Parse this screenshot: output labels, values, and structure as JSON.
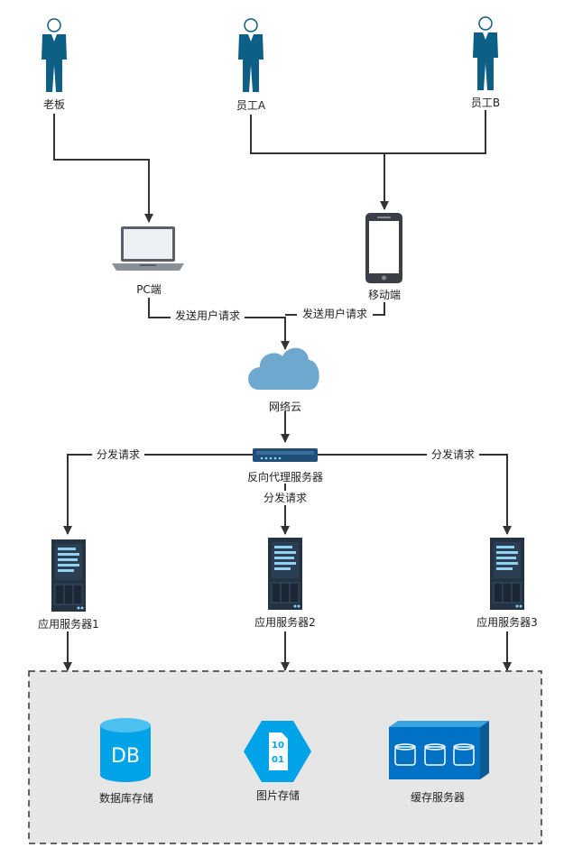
{
  "people": {
    "boss": {
      "label": "老板",
      "icon": "businessman-icon"
    },
    "employee_a": {
      "label": "员工A",
      "icon": "businessman-icon"
    },
    "employee_b": {
      "label": "员工B",
      "icon": "businessman-icon"
    }
  },
  "devices": {
    "pc": {
      "label": "PC端",
      "icon": "laptop-icon"
    },
    "mobile": {
      "label": "移动端",
      "icon": "smartphone-icon"
    }
  },
  "network": {
    "cloud": {
      "label": "网络云",
      "icon": "cloud-icon"
    },
    "proxy": {
      "label": "反向代理服务器",
      "icon": "router-icon"
    }
  },
  "app_servers": [
    {
      "label": "应用服务器1",
      "icon": "server-rack-icon"
    },
    {
      "label": "应用服务器2",
      "icon": "server-rack-icon"
    },
    {
      "label": "应用服务器3",
      "icon": "server-rack-icon"
    }
  ],
  "storage": {
    "database": {
      "label": "数据库存储",
      "icon": "database-icon",
      "glyph": "DB"
    },
    "image": {
      "label": "图片存储",
      "icon": "blob-storage-icon",
      "glyph_top": "10",
      "glyph_bottom": "01"
    },
    "cache": {
      "label": "缓存服务器",
      "icon": "cache-icon"
    }
  },
  "edge_labels": {
    "pc_request": "发送用户请求",
    "mobile_request": "发送用户请求",
    "dispatch_left": "分发请求",
    "dispatch_center": "分发请求",
    "dispatch_right": "分发请求"
  },
  "colors": {
    "person": "#0e5f86",
    "cloud": "#6ea8cf",
    "azure": "#00a2e8",
    "server": "#243344",
    "storage_fill": "#e6e6e6"
  }
}
